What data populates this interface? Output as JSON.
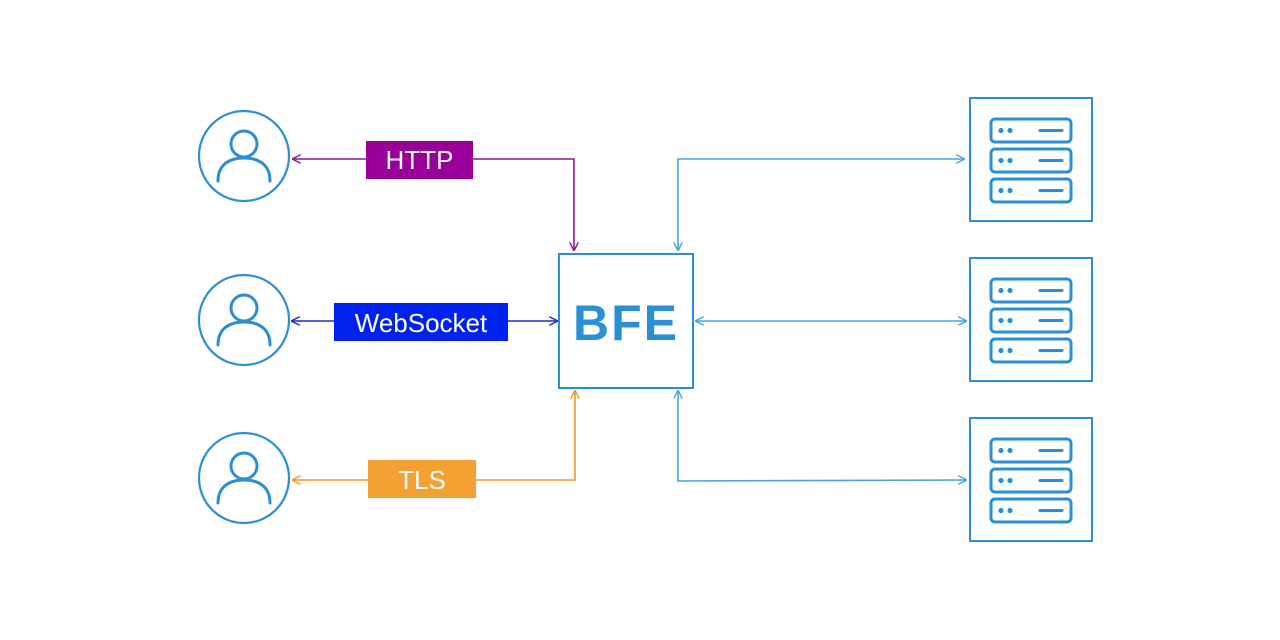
{
  "center": {
    "label": "BFE"
  },
  "protocols": [
    {
      "name": "HTTP",
      "color": "#990099"
    },
    {
      "name": "WebSocket",
      "color": "#0022ee"
    },
    {
      "name": "TLS",
      "color": "#f5a033"
    }
  ],
  "colors": {
    "accent": "#2b8fd6",
    "line": "#4aa3e0",
    "http_line": "#8b1a8f",
    "websocket_line": "#1a2fcf",
    "tls_line": "#ef9a2a",
    "background": "#ffffff"
  },
  "icons": {
    "client": "user-icon",
    "backend": "server-rack-icon"
  }
}
